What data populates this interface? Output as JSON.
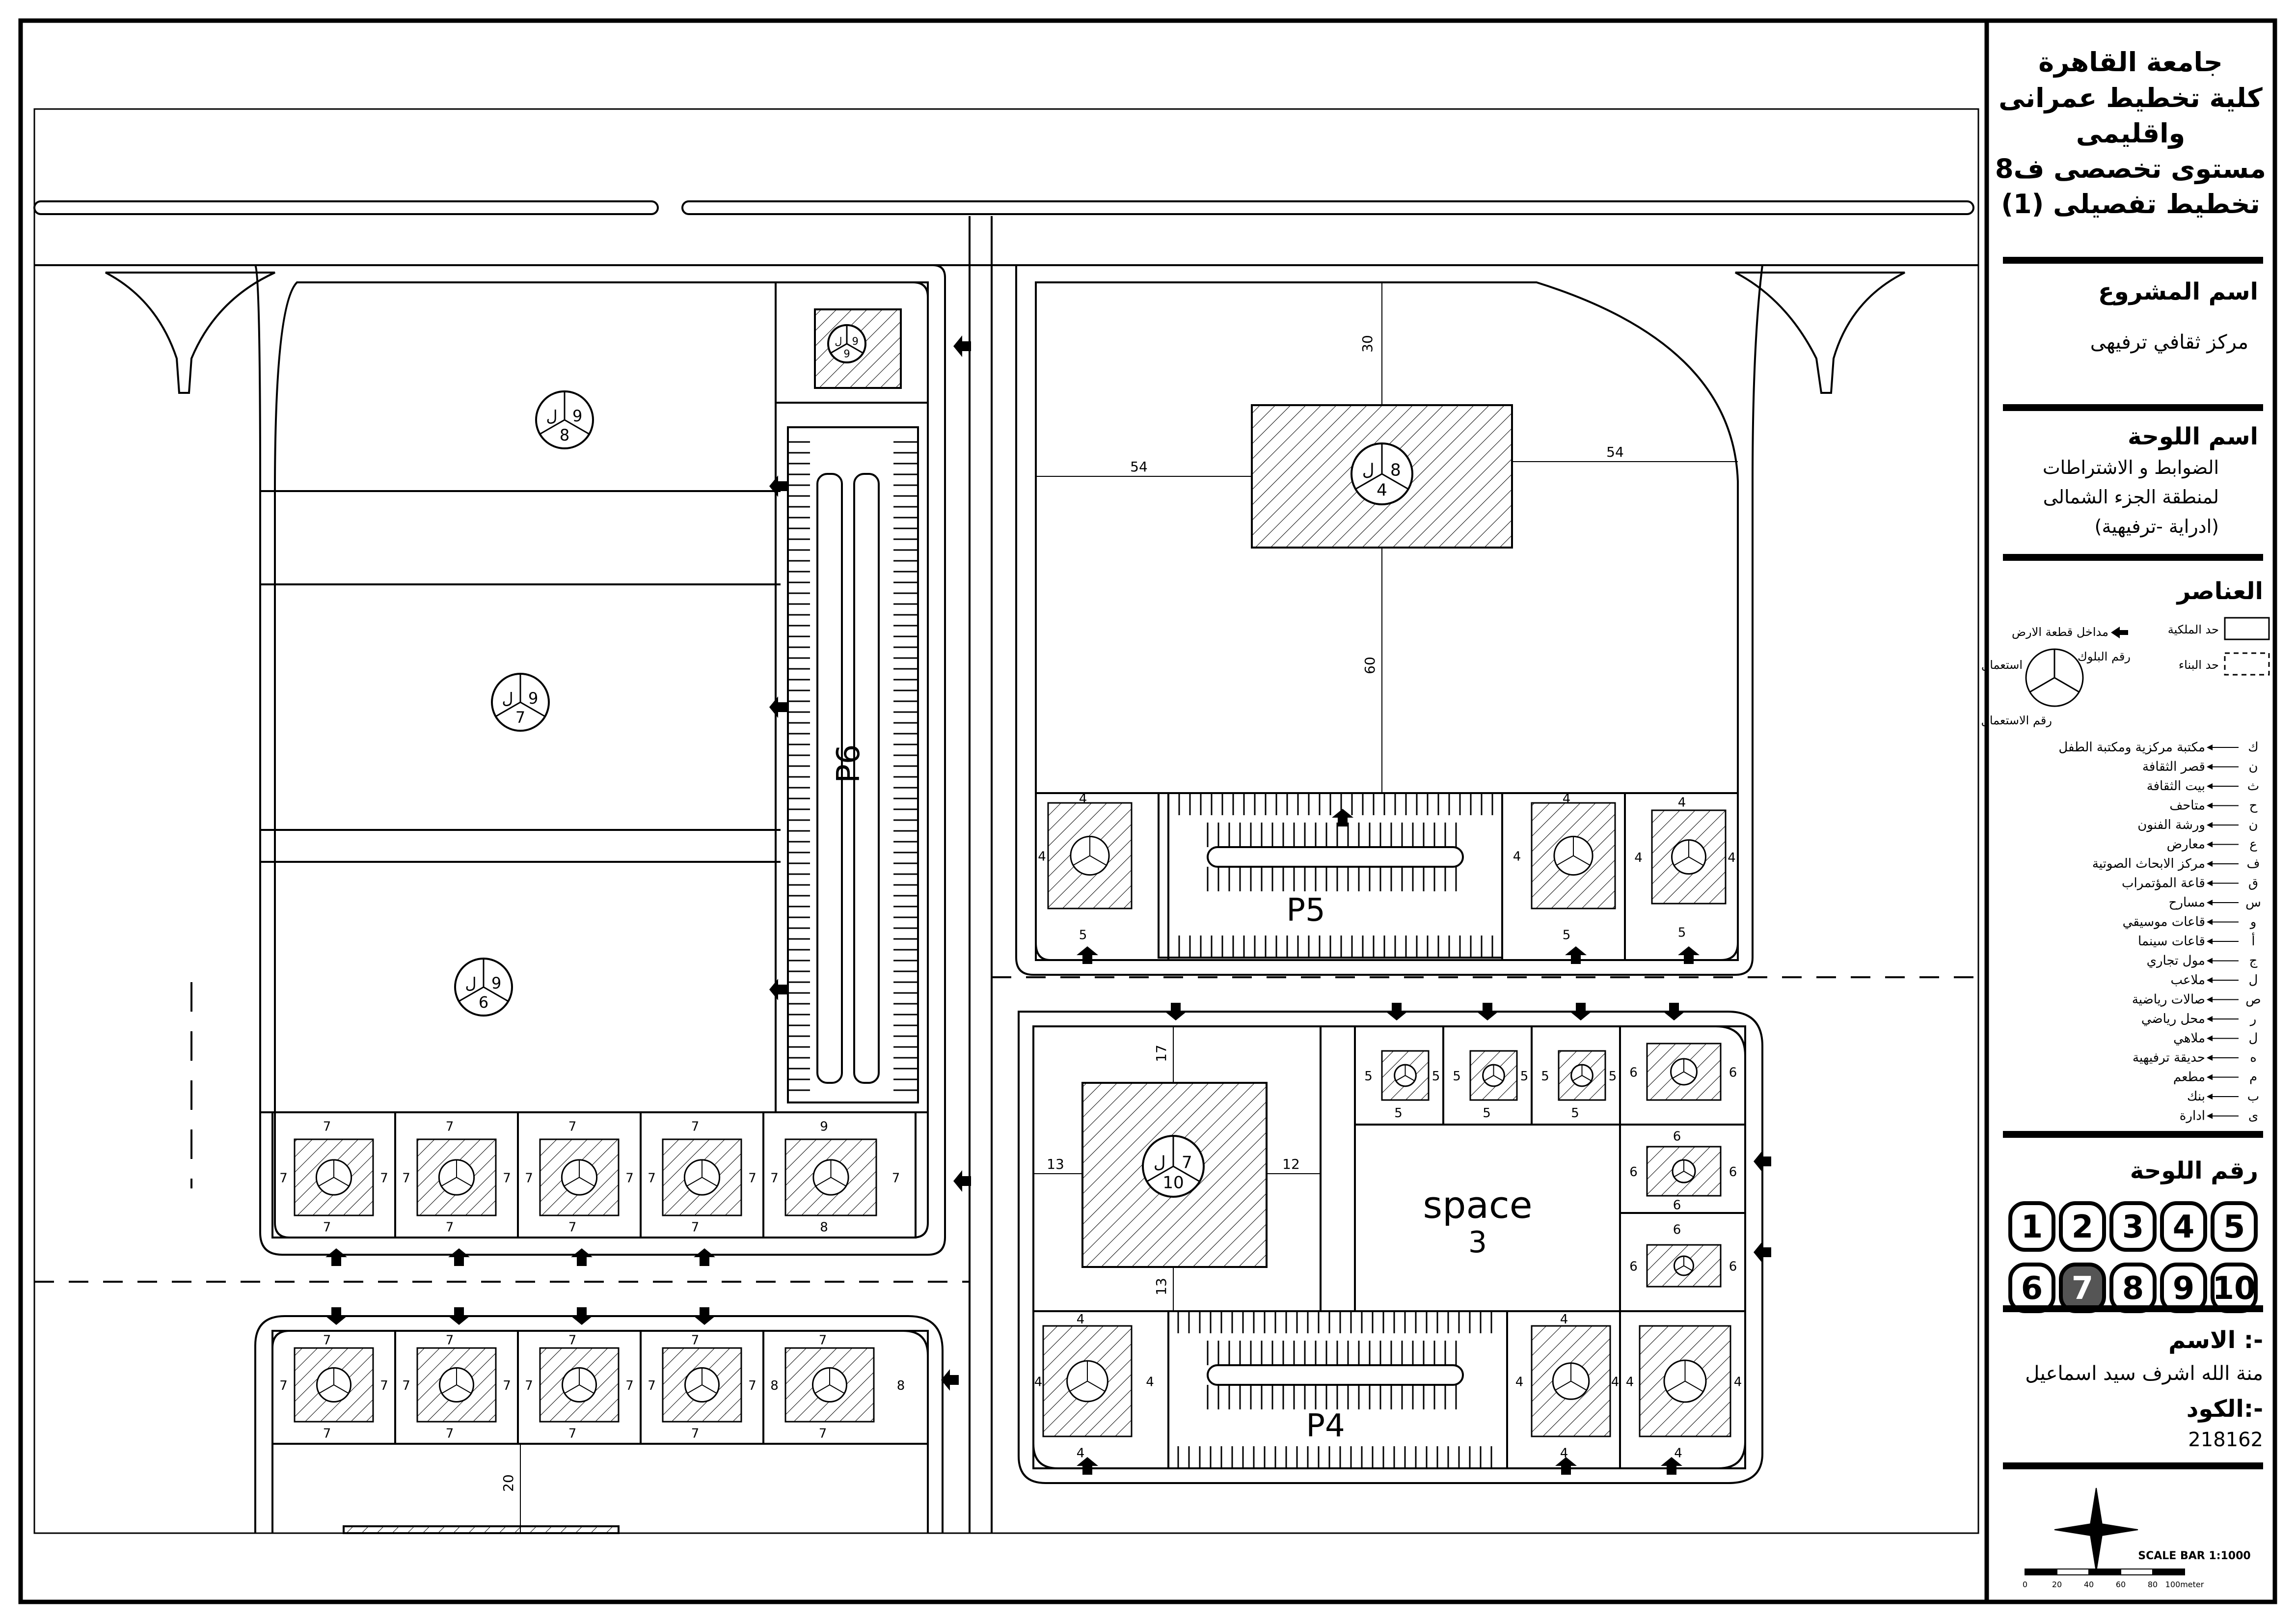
{
  "title_block": {
    "university": "جامعة القاهرة",
    "faculty_line1": "كلية تخطيط عمرانى",
    "faculty_line2": "واقليمى",
    "level": "مستوى تخصصى ف8",
    "course": "تخطيط تفصيلى (1)",
    "project_heading": "اسم المشروع",
    "project_name": "مركز ثقافي ترفيهى",
    "sheet_heading": "اسم اللوحة",
    "sheet_name_1": "الضوابط و الاشتراطات",
    "sheet_name_2": "لمنطقة الجزء الشمالى",
    "sheet_name_3": "(ادراية -ترفيهية)",
    "elements_heading": "العناصر",
    "sheet_no_heading": "رقم اللوحة",
    "name_heading": "الاسم :-",
    "name_value": "منة الله اشرف سيد اسماعيل",
    "code_heading": "الكود:-",
    "code_value": "218162",
    "scale_label": "SCALE BAR 1:1000",
    "scale_ticks": [
      "0",
      "20",
      "40",
      "60",
      "80",
      "100meter"
    ]
  },
  "legend": {
    "property_line": "حد الملكية",
    "build_line": "حد البناء",
    "plot_entrance": "مداخل قطعة الارض",
    "block_no": "رقم البلوك",
    "use_label": "استعمال",
    "use_no": "رقم الاستعمال"
  },
  "uses": [
    {
      "code": "ك",
      "name": "مكتبة مركزية ومكتبة الطفل"
    },
    {
      "code": "ن",
      "name": "قصر الثقافة"
    },
    {
      "code": "ث",
      "name": "بيت الثقافة"
    },
    {
      "code": "ح",
      "name": "متاحف"
    },
    {
      "code": "ن",
      "name": "ورشة الفنون"
    },
    {
      "code": "ع",
      "name": "معارض"
    },
    {
      "code": "ف",
      "name": "مركز الابحاث الصوتية"
    },
    {
      "code": "ق",
      "name": "قاعة المؤتمراب"
    },
    {
      "code": "س",
      "name": "مسارح"
    },
    {
      "code": "و",
      "name": "قاعات موسيقي"
    },
    {
      "code": "أ",
      "name": "قاعات سينما"
    },
    {
      "code": "ج",
      "name": "مول تجاري"
    },
    {
      "code": "ل",
      "name": "ملاعب"
    },
    {
      "code": "ص",
      "name": "صالات رياضية"
    },
    {
      "code": "ر",
      "name": "محل رياضي"
    },
    {
      "code": "ل",
      "name": "ملاهي"
    },
    {
      "code": "ه",
      "name": "حديقة ترفيهية"
    },
    {
      "code": "م",
      "name": "مطعم"
    },
    {
      "code": "ب",
      "name": "بنك"
    },
    {
      "code": "ى",
      "name": "ادارة"
    }
  ],
  "sheet_numbers": [
    "1",
    "2",
    "3",
    "4",
    "5",
    "6",
    "7",
    "8",
    "9",
    "10"
  ],
  "active_sheet": "7",
  "plan": {
    "parking": [
      "P6",
      "P5",
      "P4"
    ],
    "space_label": "space",
    "space_no": "3",
    "dims": {
      "setback_30": "30",
      "setback_54": "54",
      "setback_60": "60",
      "setback_17": "17",
      "setback_13": "13",
      "setback_12": "12",
      "setback_20": "20",
      "s4": "4",
      "s5": "5",
      "s6": "6",
      "s7": "7",
      "s8": "8",
      "s9": "9"
    },
    "markers": {
      "nw1": {
        "b": "9",
        "u": "8",
        "c": "ل"
      },
      "nw2": {
        "b": "9",
        "u": "7",
        "c": "ل"
      },
      "nw3": {
        "b": "9",
        "u": "6",
        "c": "ل"
      },
      "nw0": {
        "b": "9",
        "u": "9",
        "c": "ل"
      },
      "ne_big": {
        "b": "8",
        "u": "4",
        "c": "ل"
      },
      "se_big": {
        "b": "7",
        "u": "10",
        "c": "ل"
      },
      "small": {
        "b": "",
        "u": "",
        "c": ""
      }
    }
  },
  "colors": {
    "ink": "#000000",
    "paper": "#ffffff",
    "active_box": "#555555"
  }
}
